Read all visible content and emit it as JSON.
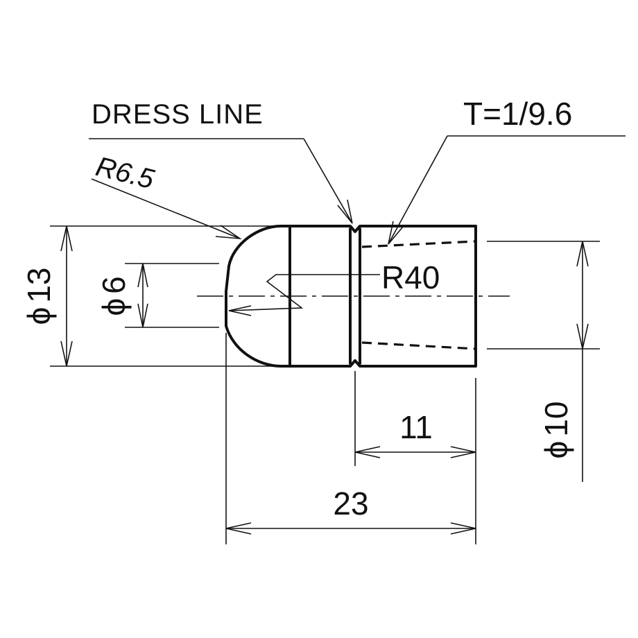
{
  "labels": {
    "dress_line": "DRESS LINE",
    "taper": "T=1/9.6",
    "tip_radius": "R6.5",
    "face_radius": "R40",
    "dia_body": "13",
    "dia_tip": "6",
    "dia_bore": "10",
    "dia_symbol": "ϕ",
    "len_bore": "11",
    "len_total": "23"
  }
}
